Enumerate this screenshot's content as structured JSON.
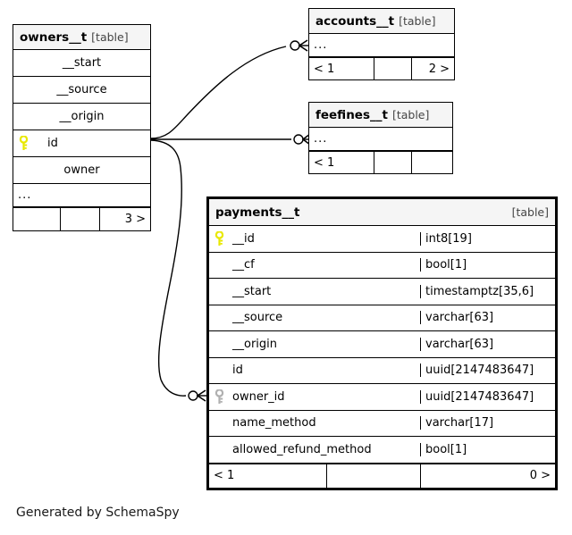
{
  "diagram": {
    "caption": "Generated by SchemaSpy",
    "table_tag": "[table]",
    "ellipsis": "...",
    "icons": {
      "primary_key": "key-icon-primary",
      "foreign_key": "key-icon-foreign"
    },
    "colors": {
      "primary_key": "#e8e800",
      "foreign_key": "#b0b0b0",
      "header_bg": "#f5f5f5",
      "border": "#000000",
      "background": "#ffffff",
      "text": "#000000"
    }
  },
  "tables": {
    "owners": {
      "name": "owners__t",
      "type_tag": "[table]",
      "emphasis": false,
      "rows": [
        {
          "name": "__start",
          "key": "none"
        },
        {
          "name": "__source",
          "key": "none"
        },
        {
          "name": "__origin",
          "key": "none"
        },
        {
          "name": "id",
          "key": "primary"
        },
        {
          "name": "owner",
          "key": "none"
        },
        {
          "name": "...",
          "key": "none"
        }
      ],
      "footer": {
        "left": "",
        "mid": "",
        "right": "3 >"
      }
    },
    "accounts": {
      "name": "accounts__t",
      "type_tag": "[table]",
      "emphasis": false,
      "rows": [
        {
          "name": "...",
          "key": "none"
        }
      ],
      "footer": {
        "left": "< 1",
        "mid": "",
        "right": "2 >"
      }
    },
    "feefines": {
      "name": "feefines__t",
      "type_tag": "[table]",
      "emphasis": false,
      "rows": [
        {
          "name": "...",
          "key": "none"
        }
      ],
      "footer": {
        "left": "< 1",
        "mid": "",
        "right": ""
      }
    },
    "payments": {
      "name": "payments__t",
      "type_tag": "[table]",
      "emphasis": true,
      "rows": [
        {
          "name": "__id",
          "type": "int8[19]",
          "key": "primary"
        },
        {
          "name": "__cf",
          "type": "bool[1]",
          "key": "none"
        },
        {
          "name": "__start",
          "type": "timestamptz[35,6]",
          "key": "none"
        },
        {
          "name": "__source",
          "type": "varchar[63]",
          "key": "none"
        },
        {
          "name": "__origin",
          "type": "varchar[63]",
          "key": "none"
        },
        {
          "name": "id",
          "type": "uuid[2147483647]",
          "key": "none"
        },
        {
          "name": "owner_id",
          "type": "uuid[2147483647]",
          "key": "foreign"
        },
        {
          "name": "name_method",
          "type": "varchar[17]",
          "key": "none"
        },
        {
          "name": "allowed_refund_method",
          "type": "bool[1]",
          "key": "none"
        }
      ],
      "footer": {
        "left": "< 1",
        "mid": "",
        "right": "0 >"
      }
    }
  },
  "relationships": [
    {
      "from": "owners.id",
      "to": "accounts",
      "cardinality": "zero-or-many"
    },
    {
      "from": "owners.id",
      "to": "feefines",
      "cardinality": "zero-or-many"
    },
    {
      "from": "owners.id",
      "to": "payments.owner_id",
      "cardinality": "zero-or-many"
    }
  ]
}
